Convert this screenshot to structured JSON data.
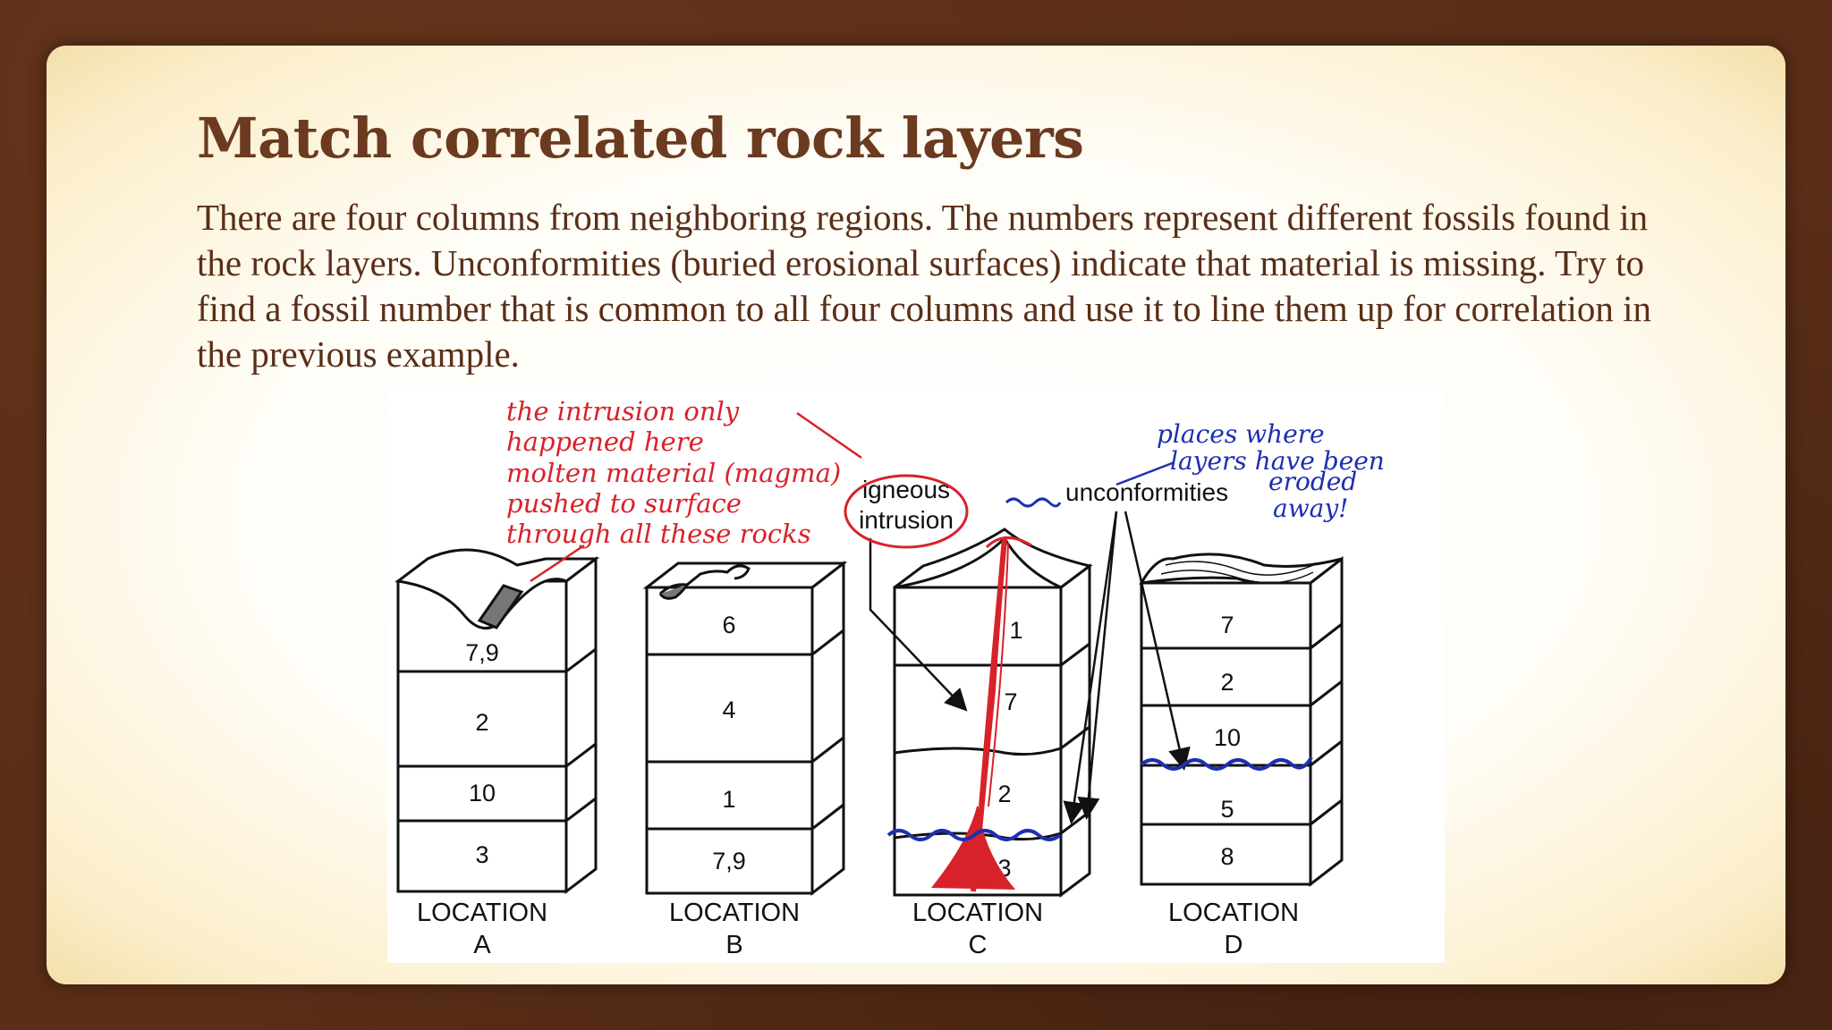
{
  "slide": {
    "title": "Match correlated rock layers",
    "body": "There are four columns from neighboring regions. The numbers represent different fossils found in the rock layers. Unconformities (buried erosional surfaces) indicate that material is missing. Try to find a fossil number that is common to all four columns and use it to line them up for correlation in the previous example."
  },
  "diagram": {
    "columns": [
      {
        "id": "a",
        "label_line1": "LOCATION",
        "label_line2": "A",
        "layers": [
          "7,9",
          "2",
          "10",
          "3"
        ]
      },
      {
        "id": "b",
        "label_line1": "LOCATION",
        "label_line2": "B",
        "layers": [
          "6",
          "4",
          "1",
          "7,9"
        ]
      },
      {
        "id": "c",
        "label_line1": "LOCATION",
        "label_line2": "C",
        "layers": [
          "1",
          "7",
          "2",
          "3"
        ]
      },
      {
        "id": "d",
        "label_line1": "LOCATION",
        "label_line2": "D",
        "layers": [
          "7",
          "2",
          "10",
          "5",
          "8"
        ]
      }
    ],
    "igneous_label": [
      "igneous",
      "intrusion"
    ],
    "unconformities_label": "unconformities",
    "red_note": [
      "the intrusion only",
      "happened here",
      "molten material (magma)",
      "pushed to surface",
      "through all these rocks"
    ],
    "blue_note": [
      "places where",
      "layers have been",
      "eroded",
      "away!"
    ],
    "colors": {
      "red_ink": "#d8222a",
      "blue_ink": "#1d2fb0",
      "title": "#6b3a1f",
      "text": "#5a2e18"
    }
  }
}
